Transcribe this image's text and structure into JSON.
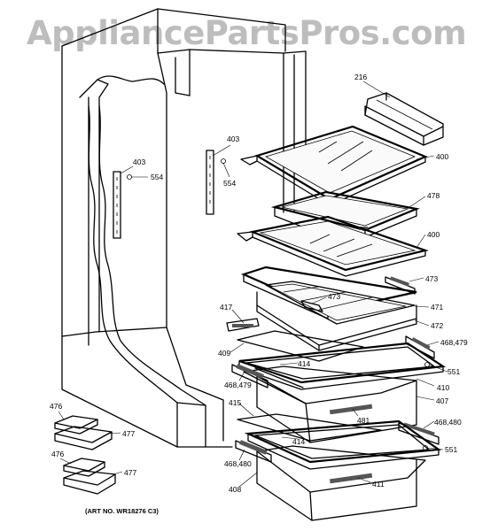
{
  "watermark": "AppliancePartsPros.com",
  "art_number": "(ART NO. WR18276 C3)",
  "labels": {
    "p216": "216",
    "p403a": "403",
    "p403b": "403",
    "p554a": "554",
    "p554b": "554",
    "p400a": "400",
    "p478": "478",
    "p400b": "400",
    "p473a": "473",
    "p473b": "473",
    "p417": "417",
    "p471": "471",
    "p472": "472",
    "p409": "409",
    "p468_479a": "468,479",
    "p414a": "414",
    "p551a": "551",
    "p468_479b": "468,479",
    "p410": "410",
    "p407": "407",
    "p415": "415",
    "p481": "481",
    "p468_480a": "468,480",
    "p414b": "414",
    "p551b": "551",
    "p468_480b": "468,480",
    "p411": "411",
    "p408": "408",
    "p476a": "476",
    "p477a": "477",
    "p476b": "476",
    "p477b": "477"
  }
}
